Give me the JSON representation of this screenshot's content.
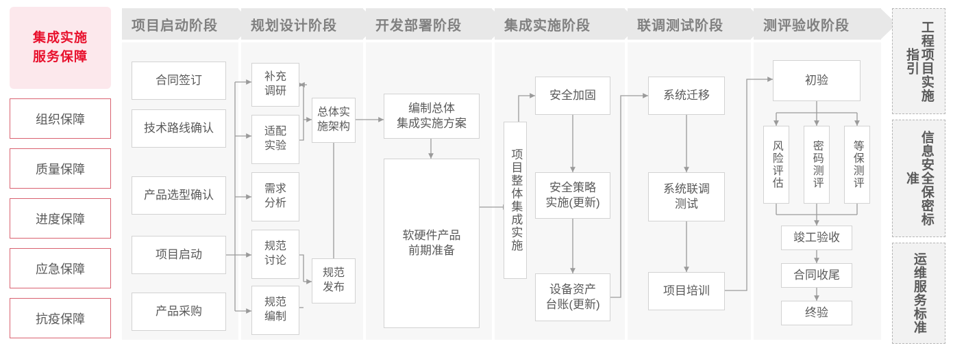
{
  "left_column": {
    "title": "集成实施\n服务保障",
    "title_line1": "集成实施",
    "title_line2": "服务保障",
    "items": [
      {
        "label": "组织保障"
      },
      {
        "label": "质量保障"
      },
      {
        "label": "进度保障"
      },
      {
        "label": "应急保障"
      },
      {
        "label": "抗疫保障"
      }
    ],
    "accent_color": "#e8112d",
    "fill_color": "#fce8ec",
    "border_color": "#d9606f"
  },
  "phases": [
    {
      "id": "startup",
      "title": "项目启动阶段",
      "nodes": [
        {
          "label": "合同签订"
        },
        {
          "label": "技术路线确认"
        },
        {
          "label": "产品选型确认"
        },
        {
          "label": "项目启动"
        },
        {
          "label": "产品采购"
        }
      ]
    },
    {
      "id": "planning",
      "title": "规划设计阶段",
      "nodes": [
        {
          "label": "补充\n调研",
          "l1": "补充",
          "l2": "调研"
        },
        {
          "label": "适配\n实验",
          "l1": "适配",
          "l2": "实验"
        },
        {
          "label": "需求\n分析",
          "l1": "需求",
          "l2": "分析"
        },
        {
          "label": "规范\n讨论",
          "l1": "规范",
          "l2": "讨论"
        },
        {
          "label": "规范\n编制",
          "l1": "规范",
          "l2": "编制"
        },
        {
          "label": "总体实\n施架构",
          "l1": "总体实",
          "l2": "施架构"
        },
        {
          "label": "规范\n发布",
          "l1": "规范",
          "l2": "发布"
        }
      ]
    },
    {
      "id": "deploy",
      "title": "开发部署阶段",
      "nodes": [
        {
          "label": "编制总体\n集成实施方案",
          "l1": "编制总体",
          "l2": "集成实施方案"
        },
        {
          "label": "软硬件产品\n前期准备",
          "l1": "软硬件产品",
          "l2": "前期准备"
        }
      ]
    },
    {
      "id": "integration",
      "title": "集成实施阶段",
      "nodes": [
        {
          "label": "项目整体集成实施"
        },
        {
          "label": "安全加固"
        },
        {
          "label": "安全策略\n实施(更新)",
          "l1": "安全策略",
          "l2": "实施(更新)"
        },
        {
          "label": "设备资产\n台账(更新)",
          "l1": "设备资产",
          "l2": "台账(更新)"
        }
      ]
    },
    {
      "id": "jointtest",
      "title": "联调测试阶段",
      "nodes": [
        {
          "label": "系统迁移"
        },
        {
          "label": "系统联调\n测试",
          "l1": "系统联调",
          "l2": "测试"
        },
        {
          "label": "项目培训"
        }
      ]
    },
    {
      "id": "acceptance",
      "title": "测评验收阶段",
      "nodes": [
        {
          "label": "初验"
        },
        {
          "label": "风险评估"
        },
        {
          "label": "密码测评"
        },
        {
          "label": "等保测评"
        },
        {
          "label": "竣工验收"
        },
        {
          "label": "合同收尾"
        },
        {
          "label": "终验"
        }
      ]
    }
  ],
  "standards_rail": [
    {
      "label": "工程项目实施指引"
    },
    {
      "label": "信息安全保密标准"
    },
    {
      "label": "运维服务标准"
    }
  ],
  "colors": {
    "panel_bg": "#f7f7f7",
    "header_bg": "#e8e8e8",
    "header_text": "#808080",
    "node_border": "#d2d2d2",
    "text": "#595959",
    "wire": "#9a9a9a",
    "rail_bg": "#f2f2f2",
    "rail_border": "#b5b5b5"
  }
}
